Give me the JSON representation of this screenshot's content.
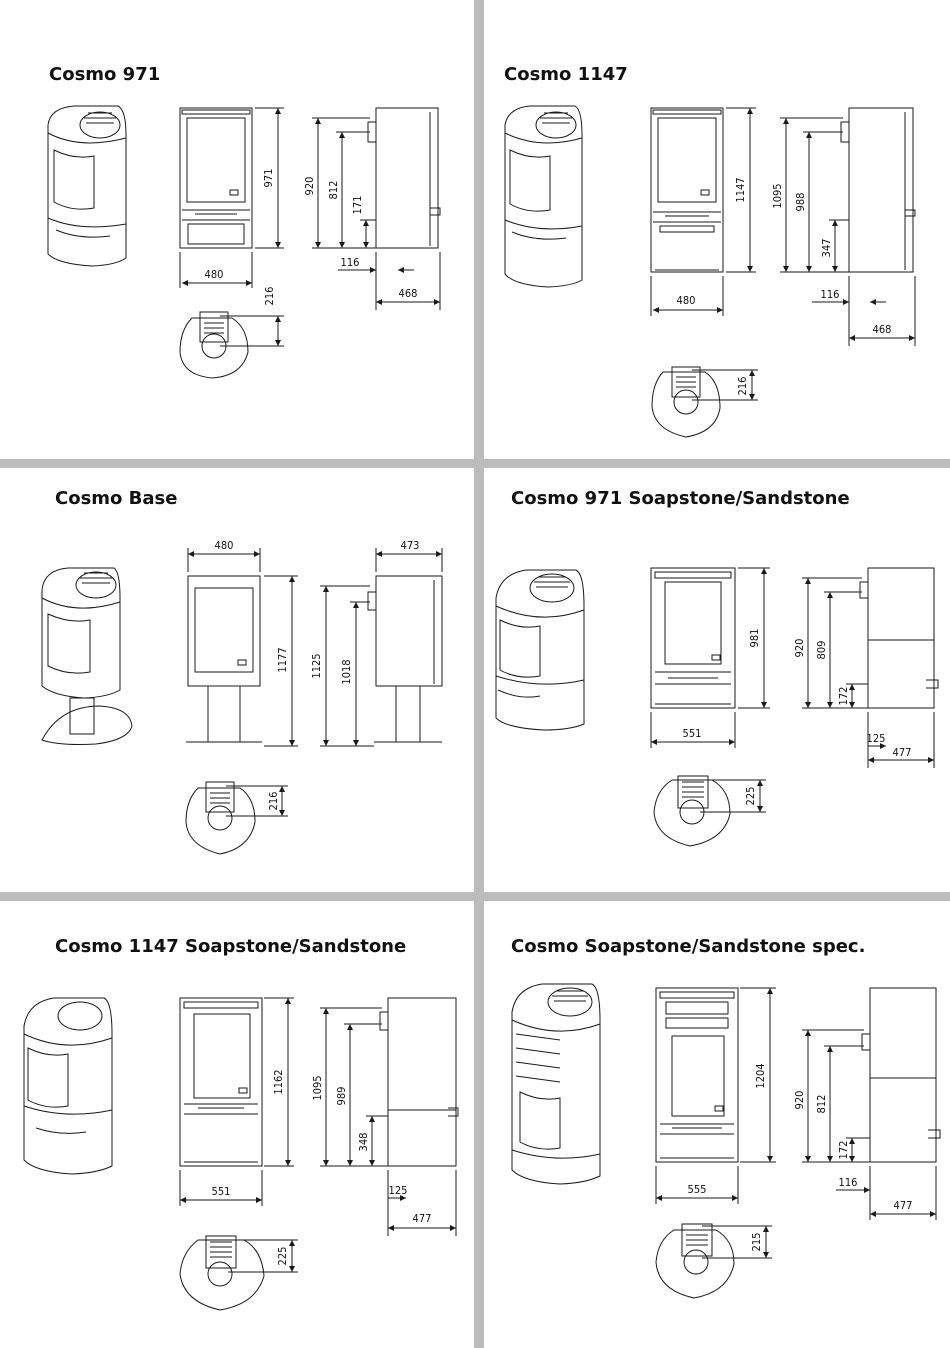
{
  "colors": {
    "divider": "#bcbcbc",
    "line": "#1a1a1a",
    "panel_bg": "#ffffff"
  },
  "panels": [
    {
      "title": "Cosmo 971",
      "dims": {
        "height_front": "971",
        "width_front": "480",
        "height_side_a": "920",
        "height_side_b": "812",
        "height_side_c": "171",
        "offset_side": "116",
        "depth_side": "468",
        "outlet_top": "216"
      }
    },
    {
      "title": "Cosmo 1147",
      "dims": {
        "height_front": "1147",
        "width_front": "480",
        "height_side_a": "1095",
        "height_side_b": "988",
        "height_side_c": "347",
        "offset_side": "116",
        "depth_side": "468",
        "outlet_top": "216"
      }
    },
    {
      "title": "Cosmo Base",
      "dims": {
        "width_front": "480",
        "height_front": "1177",
        "depth_side": "473",
        "height_side_a": "1125",
        "height_side_b": "1018",
        "outlet_top": "216"
      }
    },
    {
      "title": "Cosmo 971 Soapstone/Sandstone",
      "dims": {
        "height_front": "981",
        "width_front": "551",
        "height_side_a": "920",
        "height_side_b": "809",
        "height_side_c": "172",
        "offset_side": "125",
        "depth_side": "477",
        "outlet_top": "225"
      }
    },
    {
      "title": "Cosmo 1147 Soapstone/Sandstone",
      "dims": {
        "height_front": "1162",
        "width_front": "551",
        "height_side_a": "1095",
        "height_side_b": "989",
        "height_side_c": "348",
        "offset_side": "125",
        "depth_side": "477",
        "outlet_top": "225"
      }
    },
    {
      "title": "Cosmo Soapstone/Sandstone spec.",
      "dims": {
        "height_front": "1204",
        "width_front": "555",
        "height_side_a": "920",
        "height_side_b": "812",
        "height_side_c": "172",
        "offset_side": "116",
        "depth_side": "477",
        "outlet_top": "215"
      }
    }
  ]
}
